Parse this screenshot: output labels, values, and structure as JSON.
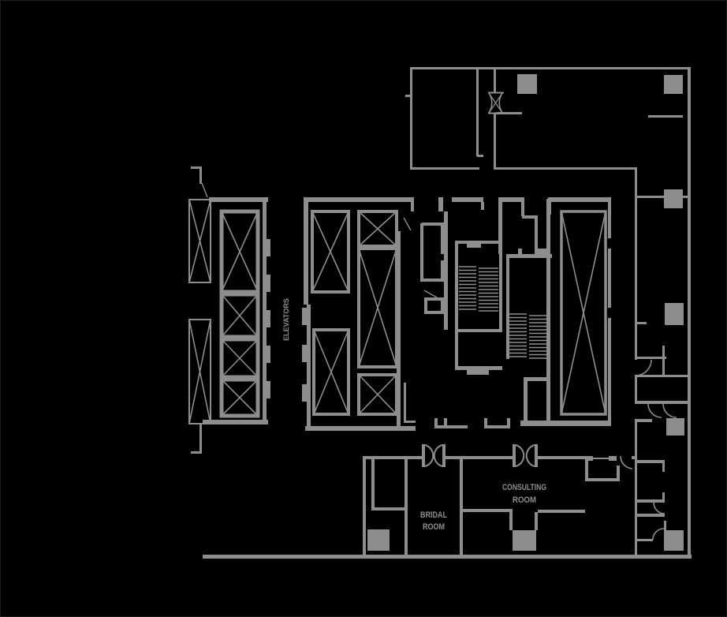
{
  "labels": {
    "elevators": "ELEVATORS",
    "bridal_room_line1": "BRIDAL",
    "bridal_room_line2": "ROOM",
    "consulting_room_line1": "CONSULTING",
    "consulting_room_line2": "ROOM"
  },
  "colors": {
    "background": "#000000",
    "wall": "#8d8d8d",
    "label": "#8e8e8e"
  }
}
